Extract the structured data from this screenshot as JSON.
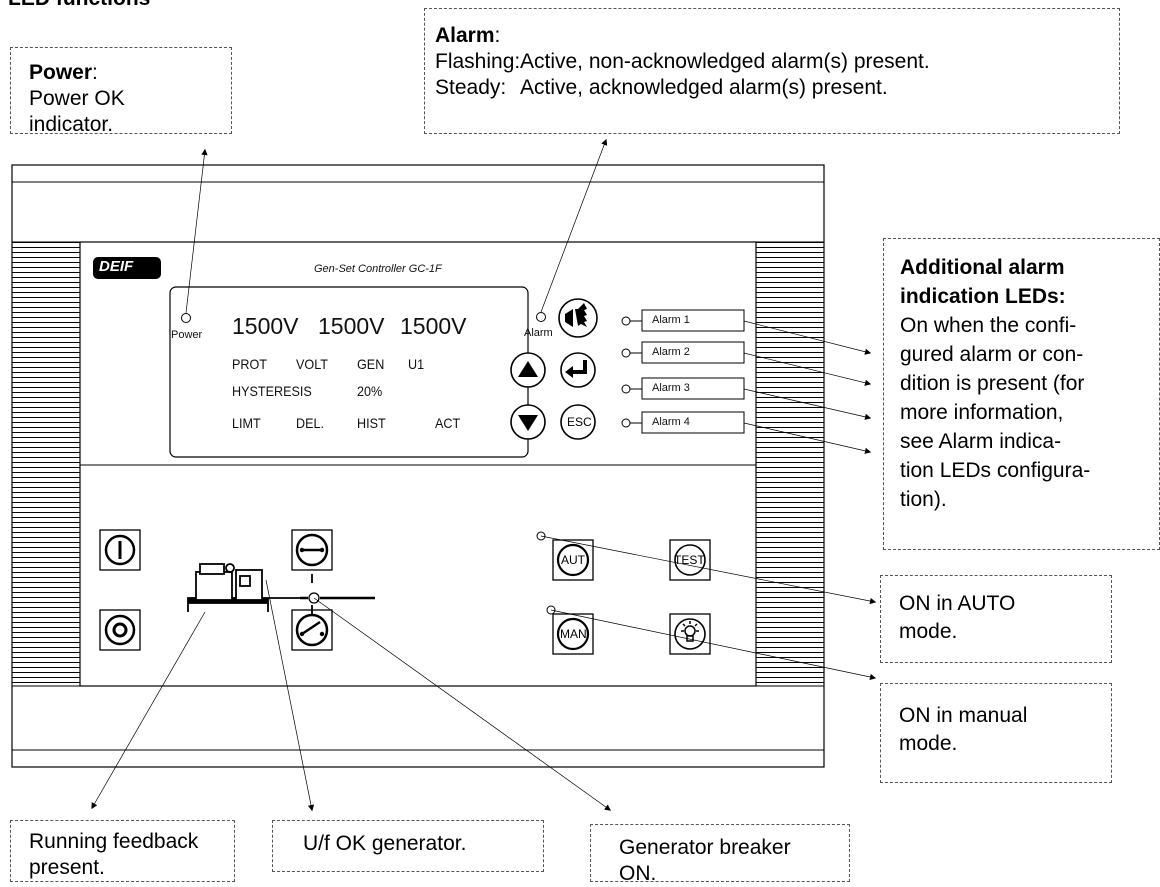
{
  "section_title": "LED functions",
  "device": {
    "brand": "DEIF",
    "model": "Gen-Set Controller GC-1F",
    "power_led_label": "Power",
    "alarm_led_label": "Alarm",
    "display": {
      "line1": [
        "1500V",
        "1500V",
        "1500V"
      ],
      "line2": [
        "PROT",
        "VOLT",
        "GEN",
        "U1"
      ],
      "line3": [
        "HYSTERESIS",
        "20%"
      ],
      "line4": [
        "LIMT",
        "DEL.",
        "HIST",
        "ACT"
      ]
    },
    "alarm_labels": [
      "Alarm 1",
      "Alarm 2",
      "Alarm 3",
      "Alarm 4"
    ],
    "buttons": {
      "esc": "ESC",
      "aut": "AUT",
      "man": "MAN",
      "test": "TEST"
    }
  },
  "callouts": {
    "power": {
      "title": "Power",
      "colon": ":",
      "text": "Power OK indicator."
    },
    "alarm": {
      "title": "Alarm",
      "colon": ":",
      "rows": [
        {
          "key": "Flashing:",
          "value": "Active, non-acknowledged alarm(s) present."
        },
        {
          "key": "Steady:",
          "value": "Active, acknowledged alarm(s) present."
        }
      ]
    },
    "additional": {
      "title_line1": "Additional alarm",
      "title_line2": "indication LEDs:",
      "lines": [
        "On when the confi-",
        "gured alarm or con-",
        "dition is present (for",
        "more information,",
        "see Alarm indica-",
        "tion LEDs configura-",
        "tion)."
      ]
    },
    "auto": {
      "lines": [
        "ON in AUTO",
        "mode."
      ]
    },
    "manual": {
      "lines": [
        "ON in manual",
        "mode."
      ]
    },
    "running": {
      "lines": [
        "Running feedback",
        "present."
      ]
    },
    "uf": {
      "lines": [
        "U/f OK generator."
      ]
    },
    "breaker": {
      "lines": [
        "Generator breaker",
        "ON."
      ]
    }
  },
  "colors": {
    "line": "#000000",
    "dash": "#555555",
    "panel": "#ffffff"
  }
}
